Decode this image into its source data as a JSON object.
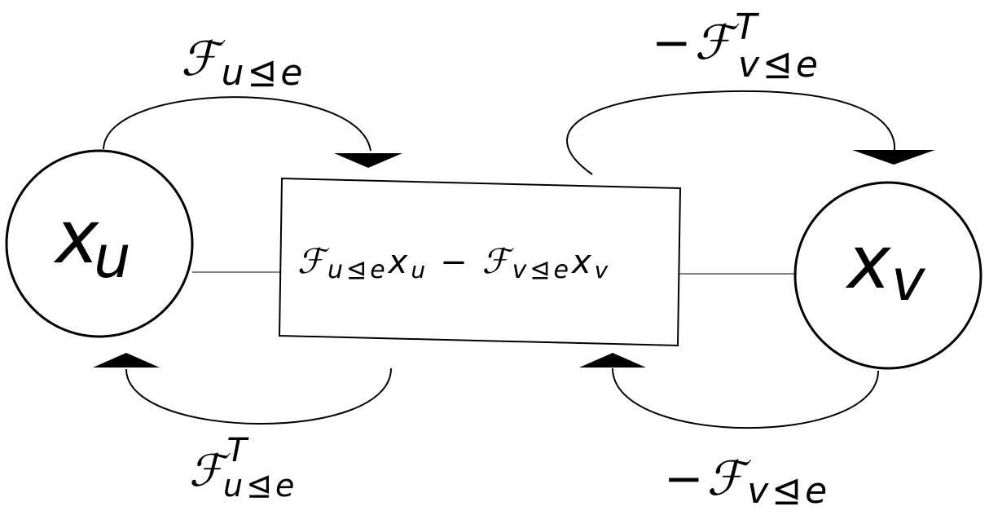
{
  "nodes": {
    "u": {
      "base": "x",
      "sub": "u"
    },
    "v": {
      "base": "x",
      "sub": "v"
    }
  },
  "edge_box": {
    "sym1": "ℱ",
    "sub1": "u",
    "rel1": "⊴",
    "e1": "e",
    "x1": "x",
    "xs1": "u",
    "minus": "−",
    "sym2": "ℱ",
    "sub2": "v",
    "rel2": "⊴",
    "e2": "e",
    "x2": "x",
    "xs2": "v"
  },
  "arrows": {
    "top_left": {
      "neg": "",
      "sym": "ℱ",
      "sup": "",
      "sub": "u",
      "rel": "⊴",
      "e": "e"
    },
    "top_right": {
      "neg": "−",
      "sym": "ℱ",
      "sup": "T",
      "sub": "v",
      "rel": "⊴",
      "e": "e"
    },
    "bottom_left": {
      "neg": "",
      "sym": "ℱ",
      "sup": "T",
      "sub": "u",
      "rel": "⊴",
      "e": "e"
    },
    "bottom_right": {
      "neg": "−",
      "sym": "ℱ",
      "sup": "",
      "sub": "v",
      "rel": "⊴",
      "e": "e"
    }
  }
}
